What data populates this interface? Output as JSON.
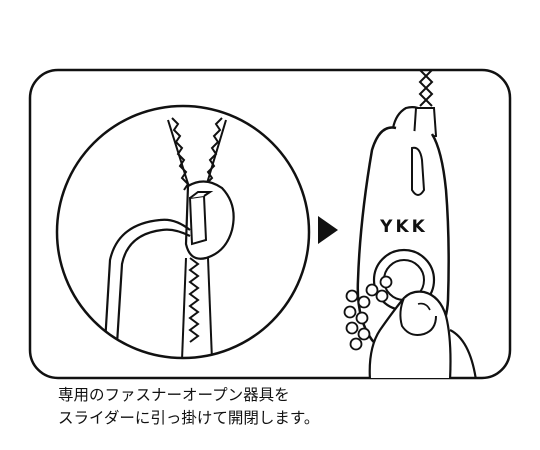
{
  "brand_mark": "YKK",
  "caption": {
    "line1": "専用のファスナーオープン器具を",
    "line2": "スライダーに引っ掛けて開閉します。"
  },
  "colors": {
    "ink": "#111111",
    "background": "#ffffff"
  },
  "icons": [
    "arrow-right-icon",
    "zipper-slider-icon",
    "hand-icon"
  ]
}
